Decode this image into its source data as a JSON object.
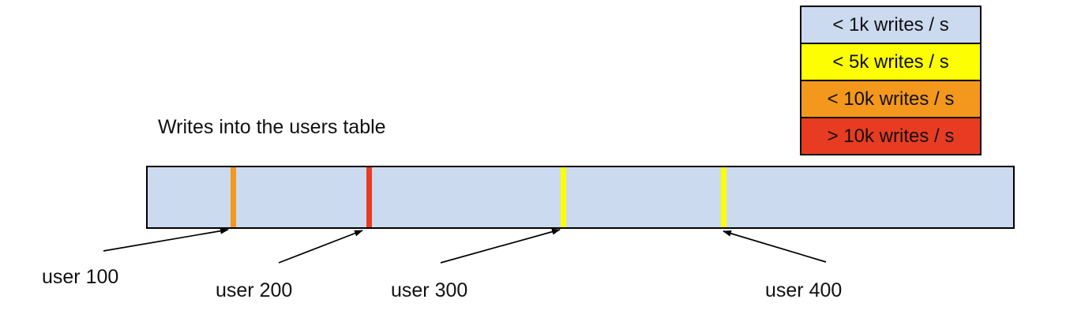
{
  "title": "Writes into the users table",
  "legend": {
    "items": [
      {
        "label": "< 1k writes / s",
        "color": "#ccdaf0"
      },
      {
        "label": "< 5k writes / s",
        "color": "#fdfe02"
      },
      {
        "label": "< 10k writes / s",
        "color": "#f3981d"
      },
      {
        "label": "> 10k writes / s",
        "color": "#e73c22"
      }
    ]
  },
  "bar": {
    "fill_color": "#ccdaf0",
    "border_color": "#000000",
    "markers": [
      {
        "user_label": "user 100",
        "rate_category": "< 10k writes / s",
        "color": "#f3981d"
      },
      {
        "user_label": "user 200",
        "rate_category": "> 10k writes / s",
        "color": "#e73c22"
      },
      {
        "user_label": "user 300",
        "rate_category": "< 5k writes / s",
        "color": "#fdfe02"
      },
      {
        "user_label": "user 400",
        "rate_category": "< 5k writes / s",
        "color": "#fdfe02"
      }
    ]
  }
}
